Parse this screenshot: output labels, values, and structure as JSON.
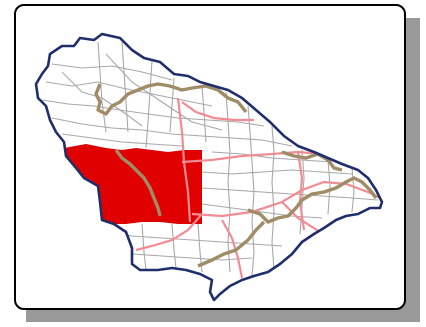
{
  "map": {
    "colors": {
      "boundary": "#1f2f6b",
      "highlight": "#e00000",
      "highways": "#f28b93",
      "streets": "#a8a8a8",
      "trail": "#a08c66",
      "land": "#ffffff",
      "shadow": "#999999"
    },
    "layers": [
      "city-boundary",
      "highlighted-district",
      "streets",
      "highways",
      "trail"
    ]
  }
}
